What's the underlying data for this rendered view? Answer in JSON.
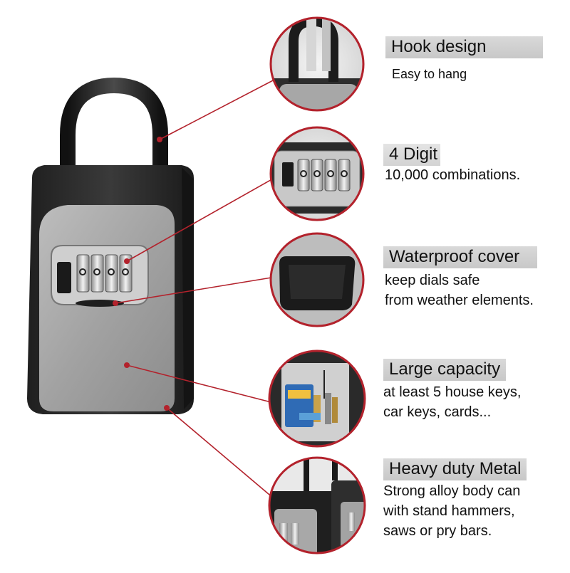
{
  "features": [
    {
      "title": "Hook design",
      "lines": [
        "Easy to hang"
      ]
    },
    {
      "title": "4 Digit",
      "lines": [
        "10,000 combinations."
      ]
    },
    {
      "title": "Waterproof cover",
      "lines": [
        "keep dials safe",
        "from weather elements."
      ]
    },
    {
      "title": "Large capacity",
      "lines": [
        "at least 5 house keys,",
        "car keys, cards..."
      ]
    },
    {
      "title": "Heavy duty Metal",
      "lines": [
        "Strong alloy body can",
        "with stand hammers,",
        "saws or pry bars."
      ]
    }
  ],
  "colors": {
    "callout_ring": "#b3222c",
    "label_bar": "#d0d0d0",
    "lockbox_body": "#2b2b2b",
    "lockbox_panel": "#a3a3a3"
  }
}
